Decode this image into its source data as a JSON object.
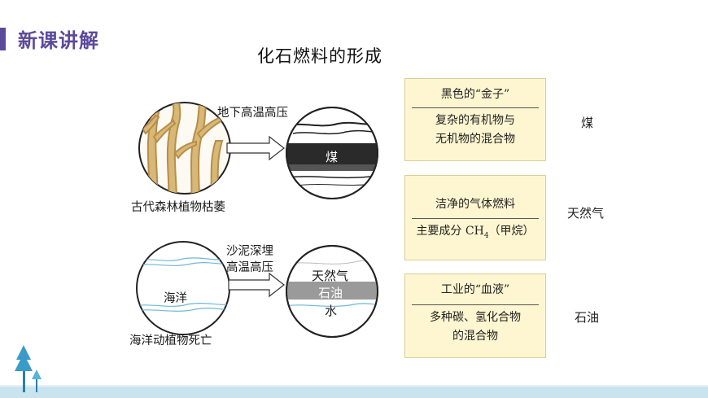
{
  "header": {
    "section_title": "新课讲解"
  },
  "slide": {
    "title": "化石燃料的形成"
  },
  "diagram": {
    "top_arrow_label": "地下高温高压",
    "top_left_caption": "古代森林植物枯萎",
    "coal_layer_label": "煤",
    "bottom_arrow_label_line1": "沙泥深埋",
    "bottom_arrow_label_line2": "高温高压",
    "ocean_label": "海洋",
    "bottom_left_caption": "海洋动植物死亡",
    "gas_layer_label": "天然气",
    "oil_layer_label": "石油",
    "water_layer_label": "水"
  },
  "boxes": [
    {
      "top": "黑色的“金子”",
      "bottom_lines": [
        "复杂的有机物与",
        "无机物的混合物"
      ],
      "fuel": "煤"
    },
    {
      "top": "洁净的气体燃料",
      "bottom_prefix": "主要成分 CH",
      "bottom_sub": "4",
      "bottom_suffix": "（甲烷）",
      "fuel": "天然气"
    },
    {
      "top": "工业的“血液”",
      "bottom_lines": [
        "多种碳、氢化合物",
        "的混合物"
      ],
      "fuel": "石油"
    }
  ],
  "colors": {
    "accent": "#5b4a9c",
    "box_fill": "#fdf6d0",
    "footer": "#c9e4ef",
    "tree": "#c9a466"
  }
}
